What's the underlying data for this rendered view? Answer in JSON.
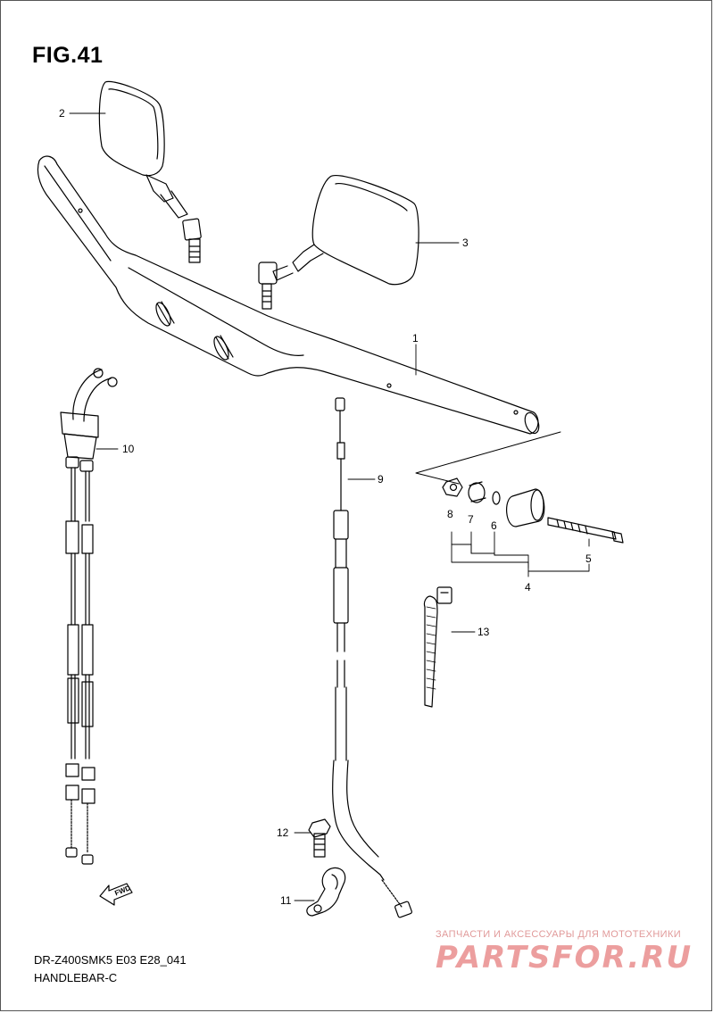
{
  "figure": {
    "title": "FIG.41",
    "model_code": "DR-Z400SMK5  E03  E28_041",
    "model_name": "HANDLEBAR-C"
  },
  "callouts": {
    "c1": "1",
    "c2": "2",
    "c3": "3",
    "c4": "4",
    "c5": "5",
    "c6": "6",
    "c7": "7",
    "c8": "8",
    "c9": "9",
    "c10": "10",
    "c11": "11",
    "c12": "12",
    "c13": "13"
  },
  "direction_marker": {
    "label": "FWD"
  },
  "watermark": {
    "tagline": "ЗАПЧАСТИ И АКСЕССУАРЫ ДЛЯ МОТОТЕХНИКИ",
    "logo": "PARTSFOR.RU"
  }
}
